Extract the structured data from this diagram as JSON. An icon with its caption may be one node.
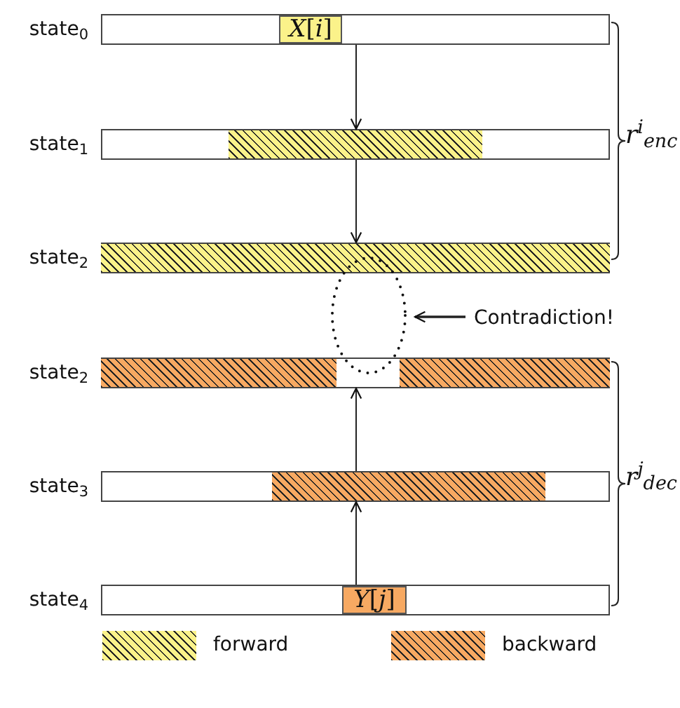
{
  "diagram": {
    "nodes": [
      {
        "text": [
          "state$_{0}$"
        ]
      },
      {
        "text": [
          "*X*[*i*]"
        ],
        "in": 0
      },
      {
        "text": [
          "state$_{1}$"
        ]
      },
      {
        "text": [],
        "shape": "bar",
        "in": 2
      },
      {
        "text": [
          "state$_{2}$"
        ]
      },
      {
        "text": [],
        "shape": "bar",
        "in": 4
      },
      {
        "text": [],
        "shape": "circle"
      },
      {
        "text": [
          "Contradiction!"
        ]
      },
      {
        "text": [
          "state$_{2}$"
        ]
      },
      {
        "text": [],
        "shape": "bar",
        "in": 8
      },
      {
        "text": [],
        "shape": "bar",
        "in": 8
      },
      {
        "text": [
          "state$_{3}$"
        ]
      },
      {
        "text": [],
        "shape": "bar",
        "in": 11
      },
      {
        "text": [
          "state$_{4}$"
        ]
      },
      {
        "text": [
          "*Y*[*j*]"
        ],
        "in": 13
      }
    ],
    "edges": [
      {
        "from": 0,
        "to": 2,
        "arrow": "to"
      },
      {
        "from": 2,
        "to": 4,
        "arrow": "to"
      },
      {
        "from": 13,
        "to": 11,
        "arrow": "to"
      },
      {
        "from": 11,
        "to": 8,
        "arrow": "to"
      },
      {
        "from": 7,
        "to": 6,
        "arrow": "to"
      }
    ],
    "labels": [
      "r$^{i}$$_{enc}$",
      "r$^{j}$$_{dec}$"
    ],
    "legend": [
      {
        "text": "forward",
        "color": "#fbf28a"
      },
      {
        "text": "backward",
        "color": "#f7a962"
      }
    ]
  }
}
